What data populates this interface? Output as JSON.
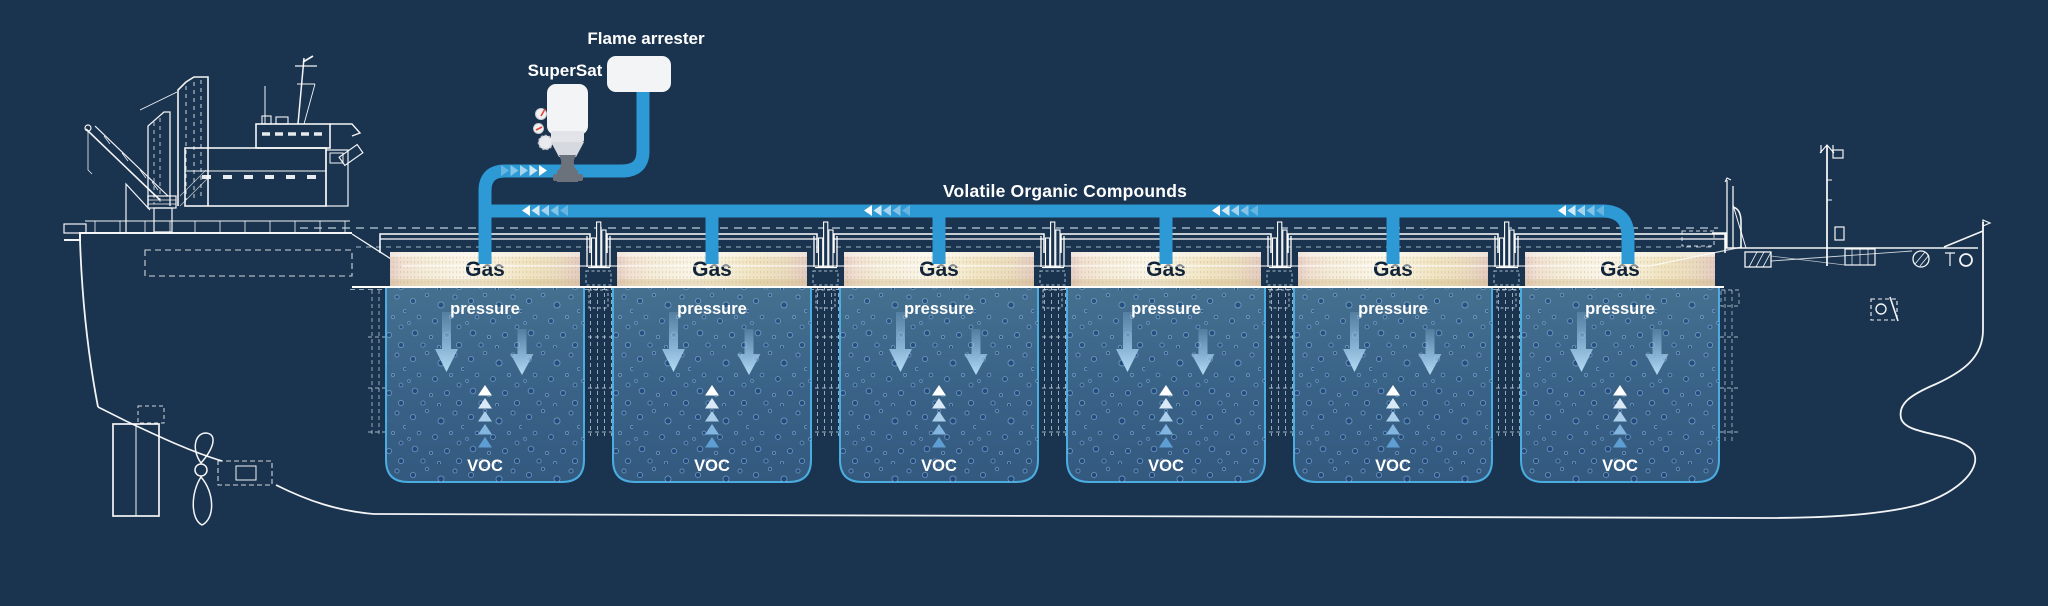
{
  "title": "Volatile Organic Compounds",
  "equipment": {
    "supersat": "SuperSat",
    "flame_arrester": "Flame arrester"
  },
  "tanks": [
    {
      "gas_label": "Gas",
      "pressure_label": "pressure",
      "voc_label": "VOC"
    },
    {
      "gas_label": "Gas",
      "pressure_label": "pressure",
      "voc_label": "VOC"
    },
    {
      "gas_label": "Gas",
      "pressure_label": "pressure",
      "voc_label": "VOC"
    },
    {
      "gas_label": "Gas",
      "pressure_label": "pressure",
      "voc_label": "VOC"
    },
    {
      "gas_label": "Gas",
      "pressure_label": "pressure",
      "voc_label": "VOC"
    },
    {
      "gas_label": "Gas",
      "pressure_label": "pressure",
      "voc_label": "VOC"
    }
  ],
  "colors": {
    "bg": "#1a334e",
    "pipe": "#2d9ad6",
    "line": "#ffffff",
    "dash": "#c7d8e6",
    "tank-border": "#4aacdf",
    "device": "#f3f4f6",
    "valve": "#6b727c",
    "red": "#e2453a",
    "gas-text": "#0f2438",
    "label-text": "#ffffff"
  },
  "voc_triangle_colors": [
    "#ffffff",
    "#d9e9f6",
    "#abcfeb",
    "#82b6e0",
    "#5f9ed3"
  ]
}
